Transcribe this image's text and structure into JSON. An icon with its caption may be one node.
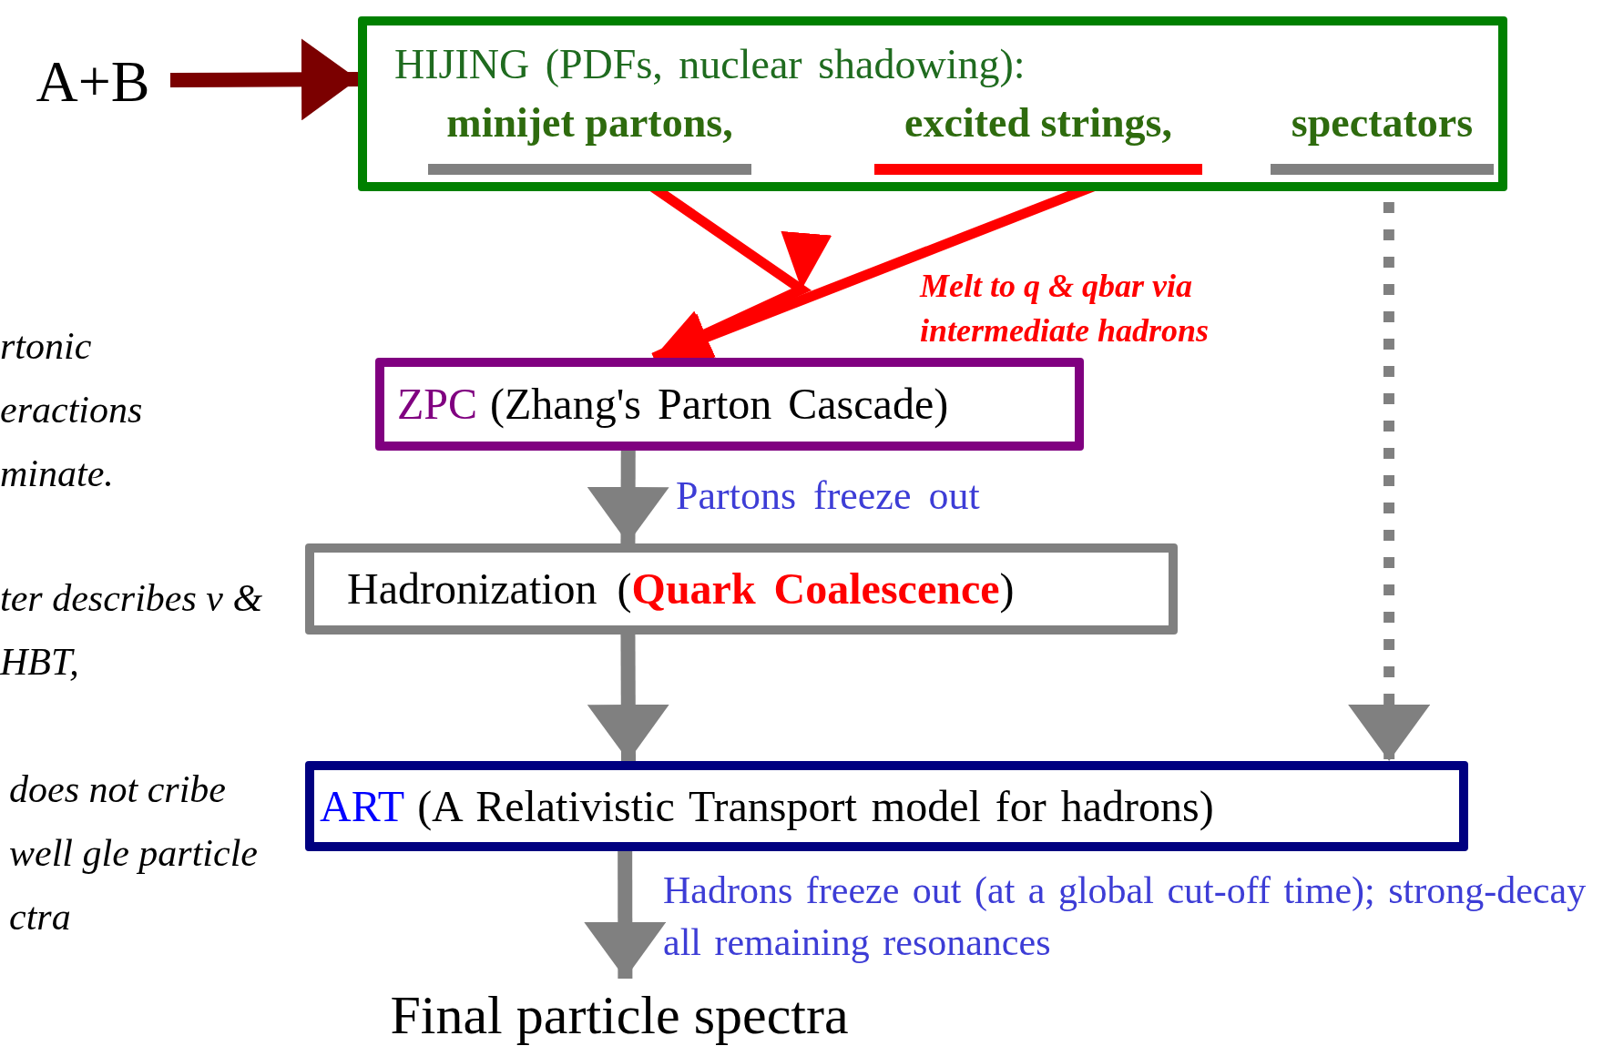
{
  "diagram": {
    "nodes": [
      {
        "text": [
          "A+B"
        ]
      },
      {
        "text": [
          "HIJING (PDFs, nuclear shadowing):"
        ]
      },
      {
        "text": [
          "minijet partons,"
        ],
        "in": 1
      },
      {
        "text": [
          "excited strings,"
        ],
        "in": 1
      },
      {
        "text": [
          "spectators"
        ],
        "in": 1
      },
      {
        "text": [
          "ZPC",
          "(Zhang's Parton Cascade)"
        ]
      },
      {
        "text": [
          "Hadronization (",
          "Quark Coalescence",
          ")"
        ]
      },
      {
        "text": [
          "ART",
          "(A Relativistic Transport model for hadrons)"
        ]
      },
      {
        "text": [
          "Final particle spectra"
        ]
      }
    ],
    "edges": [
      {
        "from": 0,
        "to": 1,
        "arrow": "to",
        "color": "#7b0000"
      },
      {
        "from": 2,
        "to": 5,
        "arrow": "to",
        "color": "#ff0000"
      },
      {
        "from": 3,
        "to": 5,
        "arrow": "to",
        "color": "#ff0000",
        "label": "Melt to q & qbar via intermediate hadrons"
      },
      {
        "from": 4,
        "to": 7,
        "arrow": "to",
        "style": "dashed"
      },
      {
        "from": 5,
        "to": 6,
        "arrow": "to",
        "label": "Partons freeze out"
      },
      {
        "from": 6,
        "to": 7,
        "arrow": "to"
      },
      {
        "from": 7,
        "to": 8,
        "arrow": "to",
        "label": "Hadrons freeze out (at a global cut-off time); strong-decay all remaining resonances"
      }
    ],
    "labels": [
      "rtonic eractions minate.",
      "ter describes v & HBT,",
      "does not cribe well gle particle ctra"
    ]
  }
}
